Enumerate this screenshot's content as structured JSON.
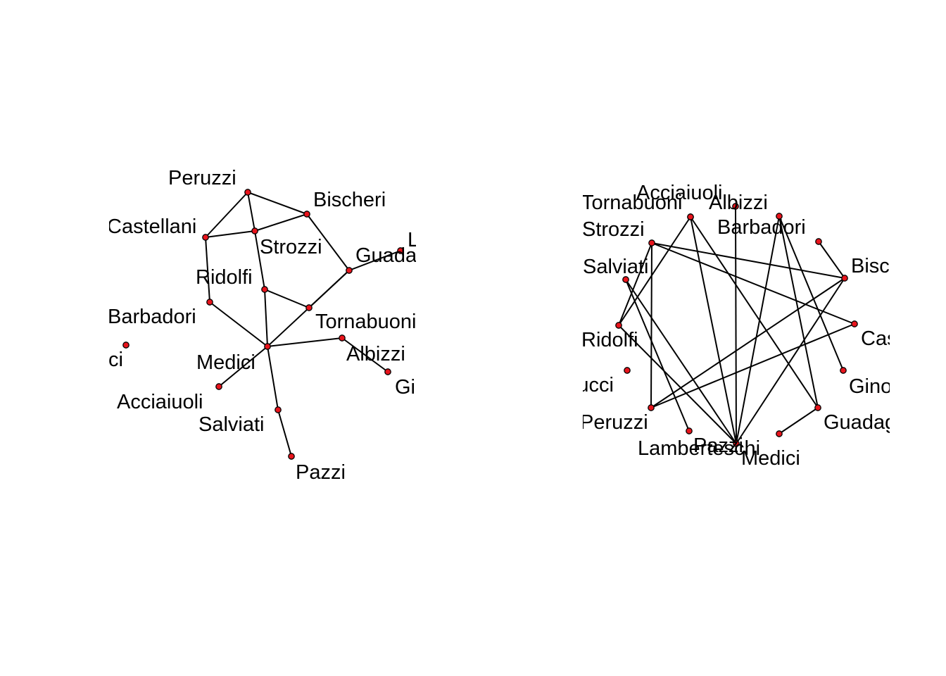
{
  "colors": {
    "node_fill": "#e8141c",
    "edge": "#000000",
    "background": "#ffffff"
  },
  "networks": [
    {
      "name": "",
      "nodes": [
        {
          "id": "Peruzzi",
          "label": "Peruzzi"
        },
        {
          "id": "Bischeri",
          "label": "Bischeri"
        },
        {
          "id": "Castellani",
          "label": "Castellani"
        },
        {
          "id": "Strozzi",
          "label": "Strozzi"
        },
        {
          "id": "Lamberteschi",
          "label": "Lamberteschi"
        },
        {
          "id": "Guadagni",
          "label": "Guadagni"
        },
        {
          "id": "Ridolfi",
          "label": "Ridolfi"
        },
        {
          "id": "Barbadori",
          "label": "Barbadori"
        },
        {
          "id": "Tornabuoni",
          "label": "Tornabuoni"
        },
        {
          "id": "Pucci",
          "label": "Pucci"
        },
        {
          "id": "Medici",
          "label": "Medici"
        },
        {
          "id": "Albizzi",
          "label": "Albizzi"
        },
        {
          "id": "Ginori",
          "label": "Ginori"
        },
        {
          "id": "Acciaiuoli",
          "label": "Acciaiuoli"
        },
        {
          "id": "Salviati",
          "label": "Salviati"
        },
        {
          "id": "Pazzi",
          "label": "Pazzi"
        }
      ],
      "edges": [
        [
          "Peruzzi",
          "Castellani"
        ],
        [
          "Peruzzi",
          "Strozzi"
        ],
        [
          "Peruzzi",
          "Bischeri"
        ],
        [
          "Castellani",
          "Strozzi"
        ],
        [
          "Strozzi",
          "Bischeri"
        ],
        [
          "Bischeri",
          "Guadagni"
        ],
        [
          "Guadagni",
          "Lamberteschi"
        ],
        [
          "Guadagni",
          "Tornabuoni"
        ],
        [
          "Guadagni",
          "Medici"
        ],
        [
          "Castellani",
          "Barbadori"
        ],
        [
          "Barbadori",
          "Medici"
        ],
        [
          "Strozzi",
          "Ridolfi"
        ],
        [
          "Ridolfi",
          "Medici"
        ],
        [
          "Ridolfi",
          "Tornabuoni"
        ],
        [
          "Medici",
          "Albizzi"
        ],
        [
          "Albizzi",
          "Ginori"
        ],
        [
          "Medici",
          "Acciaiuoli"
        ],
        [
          "Medici",
          "Salviati"
        ],
        [
          "Salviati",
          "Pazzi"
        ]
      ]
    },
    {
      "name": "",
      "nodes": [
        {
          "id": "Acciaiuoli",
          "label": "Acciaiuoli"
        },
        {
          "id": "Albizzi",
          "label": "Albizzi"
        },
        {
          "id": "Barbadori",
          "label": "Barbadori"
        },
        {
          "id": "Bischeri",
          "label": "Bischeri"
        },
        {
          "id": "Castellani",
          "label": "Castellani"
        },
        {
          "id": "Ginori",
          "label": "Ginori"
        },
        {
          "id": "Guadagni",
          "label": "Guadagni"
        },
        {
          "id": "Medici",
          "label": "Medici"
        },
        {
          "id": "Pazzi",
          "label": "Pazzi"
        },
        {
          "id": "Lamberteschi",
          "label": "Lamberteschi"
        },
        {
          "id": "Peruzzi",
          "label": "Peruzzi"
        },
        {
          "id": "Pucci",
          "label": "Pucci"
        },
        {
          "id": "Ridolfi",
          "label": "Ridolfi"
        },
        {
          "id": "Salviati",
          "label": "Salviati"
        },
        {
          "id": "Strozzi",
          "label": "Strozzi"
        },
        {
          "id": "Tornabuoni",
          "label": "Tornabuoni"
        },
        {
          "id": "Barb2",
          "label": ""
        }
      ],
      "edges": [
        [
          "Acciaiuoli",
          "Ridolfi"
        ],
        [
          "Acciaiuoli",
          "Pazzi"
        ],
        [
          "Acciaiuoli",
          "Guadagni"
        ],
        [
          "Albizzi",
          "Pazzi"
        ],
        [
          "Barbadori",
          "Pazzi"
        ],
        [
          "Barbadori",
          "Guadagni"
        ],
        [
          "Barbadori",
          "Ginori"
        ],
        [
          "Barb2",
          "Bischeri"
        ],
        [
          "Bischeri",
          "Peruzzi"
        ],
        [
          "Bischeri",
          "Pazzi"
        ],
        [
          "Castellani",
          "Peruzzi"
        ],
        [
          "Guadagni",
          "Medici"
        ],
        [
          "Pazzi",
          "Ridolfi"
        ],
        [
          "Lamberteschi",
          "Salviati"
        ],
        [
          "Pazzi",
          "Salviati"
        ],
        [
          "Strozzi",
          "Peruzzi"
        ],
        [
          "Strozzi",
          "Ridolfi"
        ],
        [
          "Strozzi",
          "Bischeri"
        ],
        [
          "Strozzi",
          "Castellani"
        ]
      ]
    }
  ]
}
